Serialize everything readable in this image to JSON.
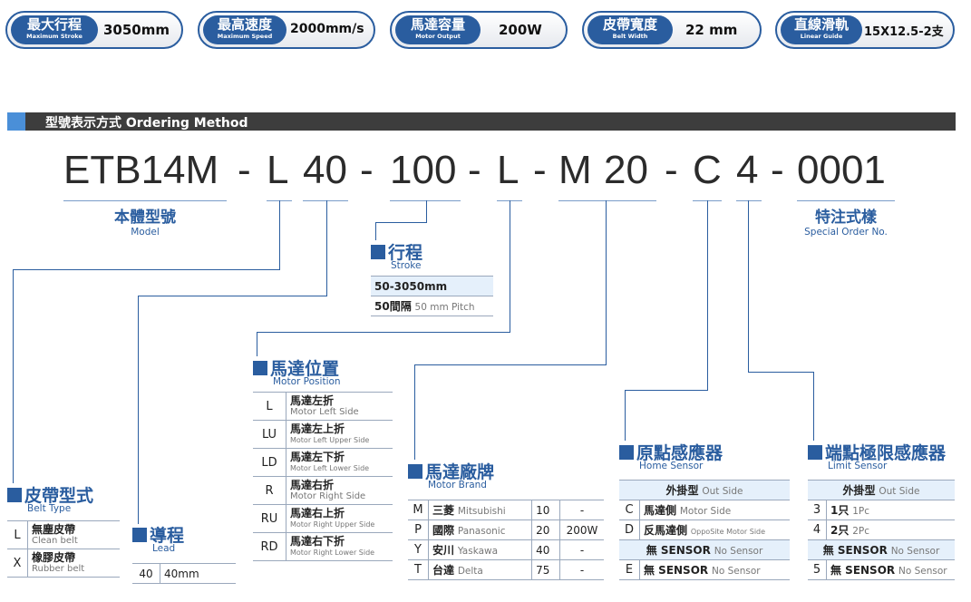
{
  "specs": [
    {
      "zh": "最大行程",
      "en": "Maximum Stroke",
      "value": "3050mm"
    },
    {
      "zh": "最高速度",
      "en": "Maximum Speed",
      "value": "2000mm/s"
    },
    {
      "zh": "馬達容量",
      "en": "Motor Output",
      "value": "200W"
    },
    {
      "zh": "皮帶寬度",
      "en": "Belt Width",
      "value": "22 mm"
    },
    {
      "zh": "直線滑軌",
      "en": "Linear Guide",
      "value": "15X12.5-2支"
    }
  ],
  "section_title": "型號表示方式 Ordering Method",
  "code": {
    "model": "ETB14M",
    "belt": "L",
    "lead": "40",
    "stroke": "100",
    "motor_pos": "L",
    "motor_brand": "M",
    "output": "20",
    "home": "C",
    "limit": "4",
    "special": "0001",
    "dash": "-"
  },
  "model": {
    "zh": "本體型號",
    "en": "Model"
  },
  "special": {
    "zh": "特注式樣",
    "en": "Special Order No."
  },
  "stroke": {
    "zh": "行程",
    "en": "Stroke",
    "row1": "50-3050mm",
    "row2_zh": "50間隔",
    "row2_en": "50 mm Pitch"
  },
  "motor_position": {
    "zh": "馬達位置",
    "en": "Motor Position",
    "rows": [
      {
        "code": "L",
        "zh": "馬達左折",
        "en": "Motor Left Side"
      },
      {
        "code": "LU",
        "zh": "馬達左上折",
        "en": "Motor Left Upper Side"
      },
      {
        "code": "LD",
        "zh": "馬達左下折",
        "en": "Motor Left Lower Side"
      },
      {
        "code": "R",
        "zh": "馬達右折",
        "en": "Motor Right Side"
      },
      {
        "code": "RU",
        "zh": "馬達右上折",
        "en": "Motor Right Upper Side"
      },
      {
        "code": "RD",
        "zh": "馬達右下折",
        "en": "Motor Right Lower Side"
      }
    ]
  },
  "motor_brand": {
    "zh": "馬達廠牌",
    "en": "Motor Brand",
    "rows": [
      {
        "code": "M",
        "zh": "三菱",
        "en": "Mitsubishi",
        "num": "10",
        "val": "-"
      },
      {
        "code": "P",
        "zh": "國際",
        "en": "Panasonic",
        "num": "20",
        "val": "200W"
      },
      {
        "code": "Y",
        "zh": "安川",
        "en": "Yaskawa",
        "num": "40",
        "val": "-"
      },
      {
        "code": "T",
        "zh": "台達",
        "en": "Delta",
        "num": "75",
        "val": "-"
      }
    ]
  },
  "home_sensor": {
    "zh": "原點感應器",
    "en": "Home Sensor",
    "header_zh": "外掛型",
    "header_en": "Out Side",
    "rows": [
      {
        "code": "C",
        "zh": "馬達側",
        "en": "Motor Side"
      },
      {
        "code": "D",
        "zh": "反馬達側",
        "en": "OppoSite Motor Side"
      }
    ],
    "sub_zh": "無 SENSOR",
    "sub_en": "No Sensor",
    "last_code": "E",
    "last_zh": "無 SENSOR",
    "last_en": "No Sensor"
  },
  "limit_sensor": {
    "zh": "端點極限感應器",
    "en": "Limit Sensor",
    "header_zh": "外掛型",
    "header_en": "Out Side",
    "rows": [
      {
        "code": "3",
        "zh": "1只",
        "en": "1Pc"
      },
      {
        "code": "4",
        "zh": "2只",
        "en": "2Pc"
      }
    ],
    "sub_zh": "無 SENSOR",
    "sub_en": "No Sensor",
    "last_code": "5",
    "last_zh": "無 SENSOR",
    "last_en": "No Sensor"
  },
  "belt_type": {
    "zh": "皮帶型式",
    "en": "Belt Type",
    "rows": [
      {
        "code": "L",
        "zh": "無塵皮帶",
        "en": "Clean belt"
      },
      {
        "code": "X",
        "zh": "橡膠皮帶",
        "en": "Rubber belt"
      }
    ]
  },
  "lead": {
    "zh": "導程",
    "en": "Lead",
    "code": "40",
    "val": "40mm"
  }
}
